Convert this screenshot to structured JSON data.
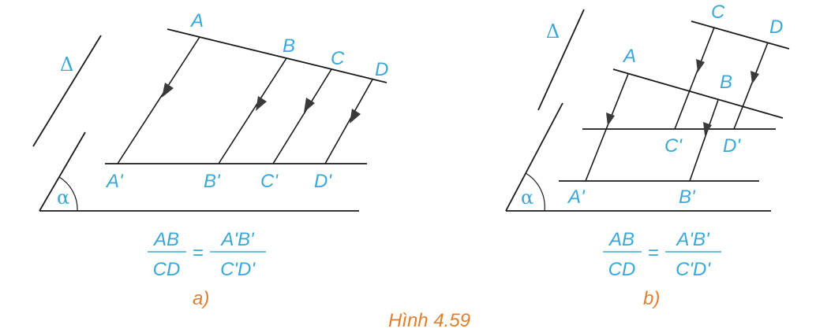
{
  "figure_caption": "Hình 4.59",
  "panel_a": {
    "label": "a)",
    "direction_symbol": "Δ",
    "angle_symbol": "α",
    "points": {
      "A": "A",
      "B": "B",
      "C": "C",
      "D": "D"
    },
    "images": {
      "A": "A'",
      "B": "B'",
      "C": "C'",
      "D": "D'"
    },
    "formula": {
      "lhs_num": "AB",
      "lhs_den": "CD",
      "equals": "=",
      "rhs_num": "A'B'",
      "rhs_den": "C'D'"
    }
  },
  "panel_b": {
    "label": "b)",
    "direction_symbol": "Δ",
    "angle_symbol": "α",
    "points": {
      "A": "A",
      "B": "B",
      "C": "C",
      "D": "D"
    },
    "images": {
      "A": "A'",
      "B": "B'",
      "C": "C'",
      "D": "D'"
    },
    "formula": {
      "lhs_num": "AB",
      "lhs_den": "CD",
      "equals": "=",
      "rhs_num": "A'B'",
      "rhs_den": "C'D'"
    }
  },
  "colors": {
    "label": "#3aa8d6",
    "caption": "#e07f2e",
    "line": "#1a1a1a"
  }
}
